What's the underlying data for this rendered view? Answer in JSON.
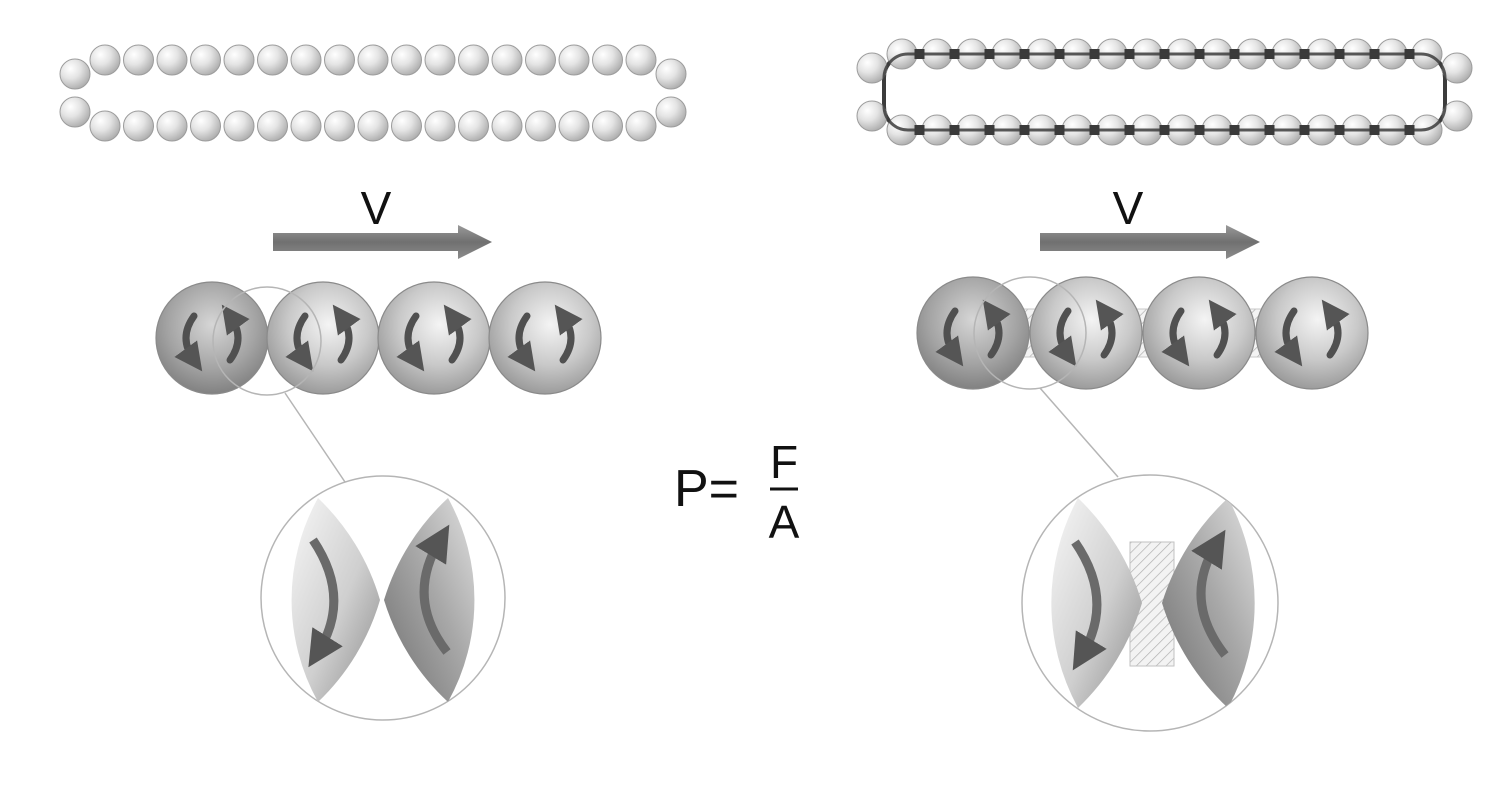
{
  "labels": {
    "velocity_left": "V",
    "velocity_right": "V"
  },
  "formula": {
    "lhs": "P=",
    "numerator": "F",
    "denominator": "A"
  },
  "panels": [
    {
      "id": "left",
      "chain": "unlinked",
      "big_balls": 4,
      "links_between_balls": false
    },
    {
      "id": "right",
      "chain": "linked",
      "big_balls": 4,
      "links_between_balls": true
    }
  ],
  "colors": {
    "ball_light": "#f2f2f2",
    "ball_mid": "#c8c8c8",
    "ball_dark": "#8a8a8a",
    "arrow": "#6e6e6e",
    "link": "#4a4a4a",
    "outline": "#9a9a9a"
  }
}
